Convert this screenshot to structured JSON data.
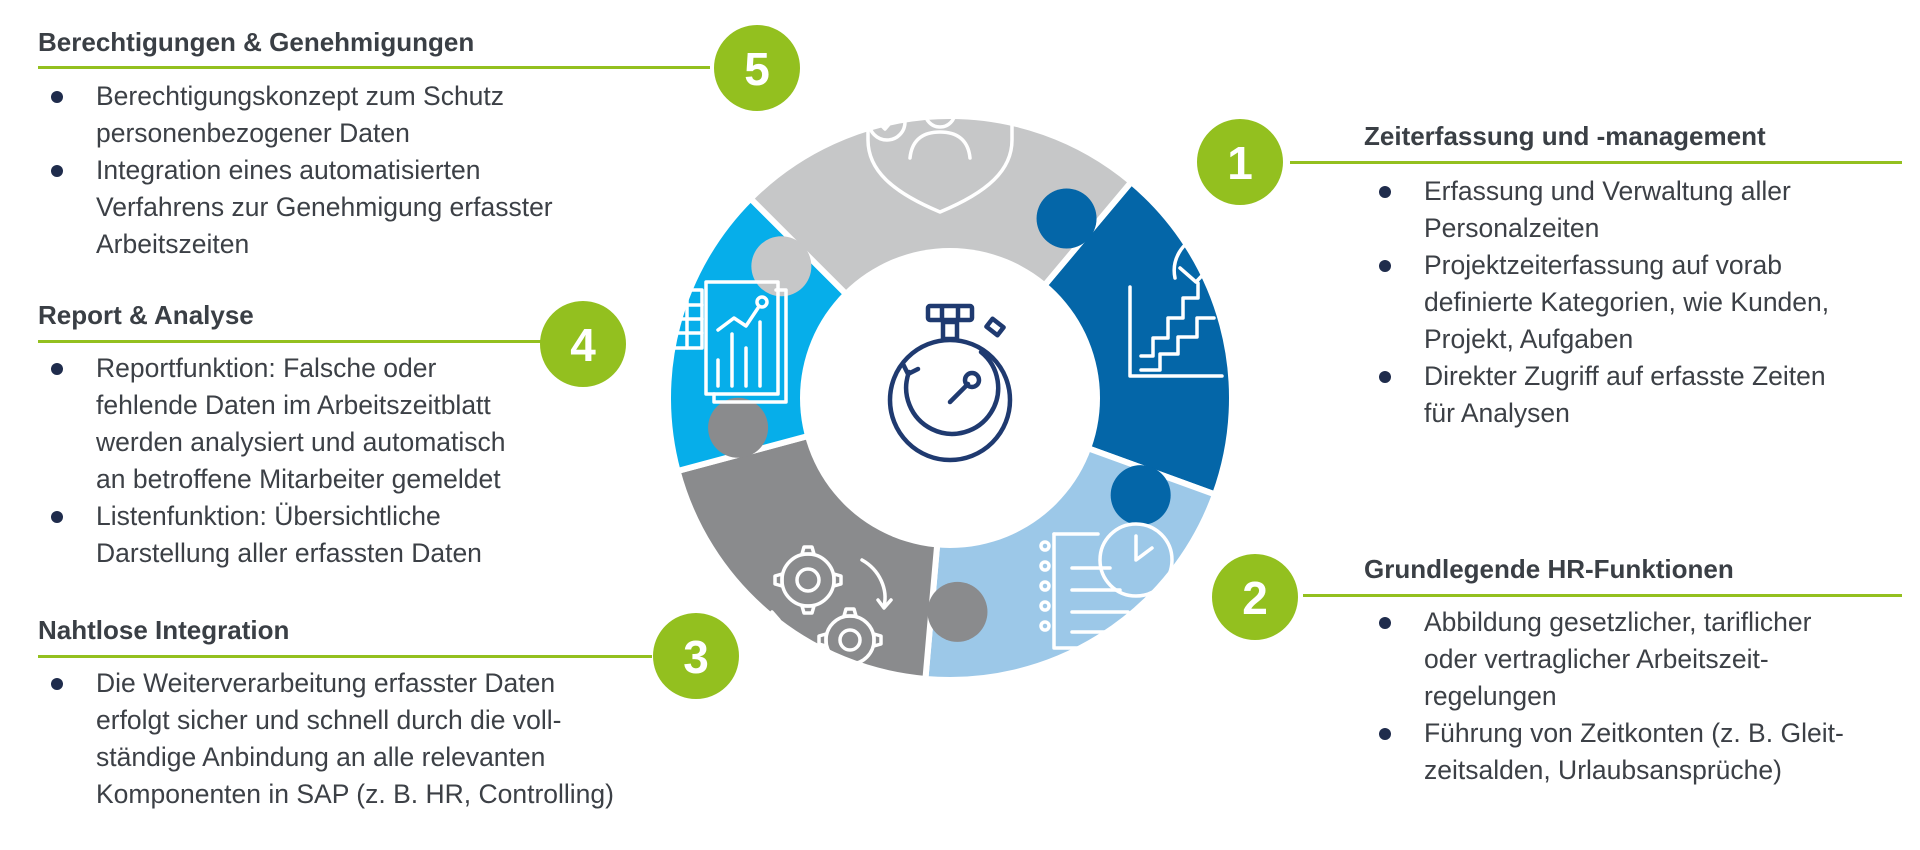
{
  "colors": {
    "accent_green": "#93c01f",
    "piece_1": "#0466a8",
    "piece_2": "#9cc8e8",
    "piece_3": "#8a8b8d",
    "piece_4": "#06aeea",
    "piece_5": "#c6c7c8",
    "center_icon": "#1f3a70",
    "bullet": "#1f2c4c",
    "text": "#3c4046"
  },
  "puzzle": {
    "center_icon": "stopwatch-icon",
    "pieces": [
      {
        "badge": "1",
        "icon": "clock-chart-icon"
      },
      {
        "badge": "2",
        "icon": "checklist-clock-icon"
      },
      {
        "badge": "3",
        "icon": "gears-cycle-icon"
      },
      {
        "badge": "4",
        "icon": "report-chart-icon"
      },
      {
        "badge": "5",
        "icon": "shield-person-icon"
      }
    ]
  },
  "sections": {
    "s1": {
      "title": "Zeiterfassung und -management",
      "items": [
        [
          "Erfassung und Verwaltung aller",
          "Personalzeiten"
        ],
        [
          "Projektzeiterfassung auf vorab",
          "definierte Kategorien, wie Kunden,",
          "Projekt, Aufgaben"
        ],
        [
          "Direkter Zugriff auf erfasste Zeiten",
          "für Analysen"
        ]
      ]
    },
    "s2": {
      "title": "Grundlegende HR-Funktionen",
      "items": [
        [
          "Abbildung gesetzlicher, tariflicher",
          "oder vertraglicher Arbeitszeit-",
          "regelungen"
        ],
        [
          "Führung von Zeitkonten (z. B. Gleit-",
          "zeitsalden, Urlaubsansprüche)"
        ]
      ]
    },
    "s3": {
      "title": "Nahtlose Integration",
      "items": [
        [
          "Die Weiterverarbeitung erfasster Daten",
          "erfolgt sicher und schnell durch die voll-",
          "ständige Anbindung an alle relevanten",
          "Komponenten in SAP (z. B. HR, Controlling)"
        ]
      ]
    },
    "s4": {
      "title": "Report & Analyse",
      "items": [
        [
          "Reportfunktion: Falsche oder",
          "fehlende Daten im Arbeitszeitblatt",
          "werden analysiert und automatisch",
          "an betroffene Mitarbeiter gemeldet"
        ],
        [
          "Listenfunktion: Übersichtliche",
          "Darstellung aller erfassten Daten"
        ]
      ]
    },
    "s5": {
      "title": "Berechtigungen & Genehmigungen",
      "items": [
        [
          "Berechtigungskonzept zum Schutz",
          "personenbezogener Daten"
        ],
        [
          "Integration eines automatisierten",
          "Verfahrens zur Genehmigung erfasster",
          "Arbeitszeiten"
        ]
      ]
    }
  }
}
